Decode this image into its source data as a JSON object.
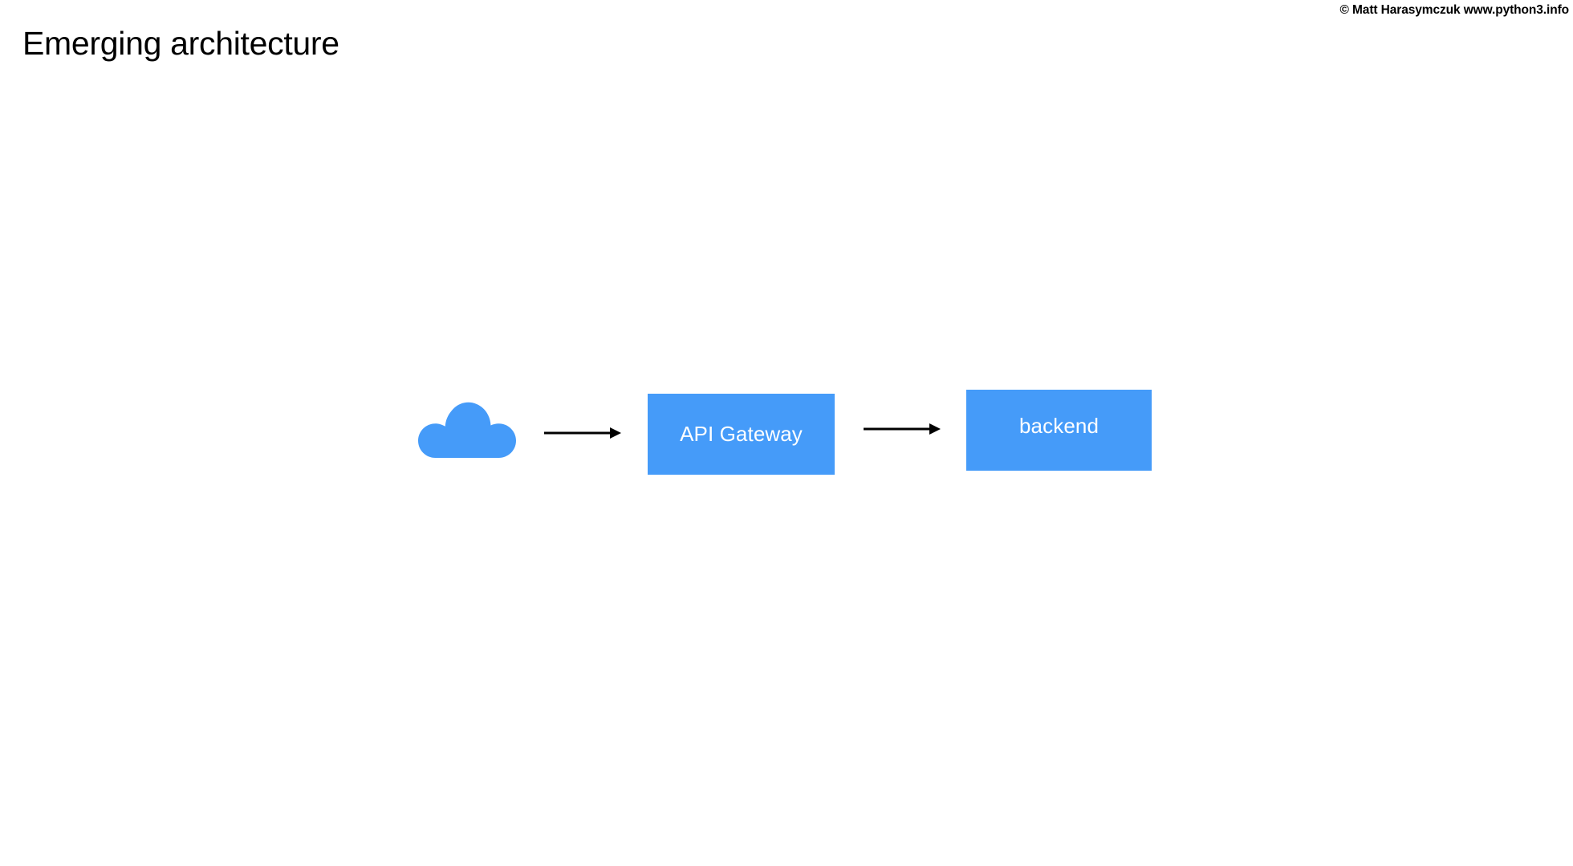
{
  "slide": {
    "title": "Emerging architecture",
    "copyright": "© Matt Harasymczuk www.python3.info",
    "background_color": "#ffffff",
    "title_color": "#000000"
  },
  "diagram": {
    "type": "flow",
    "accent_color": "#459bf9",
    "node_text_color": "#ffffff",
    "arrow_color": "#000000",
    "nodes": [
      {
        "id": "cloud",
        "shape": "cloud",
        "label": "",
        "icon": "cloud-icon",
        "color": "#459bf9"
      },
      {
        "id": "api-gateway",
        "shape": "rectangle",
        "label": "API Gateway",
        "color": "#459bf9"
      },
      {
        "id": "backend",
        "shape": "rectangle",
        "label": "backend",
        "color": "#459bf9"
      }
    ],
    "edges": [
      {
        "id": "edge-1",
        "from": "cloud",
        "to": "api-gateway",
        "label": "",
        "arrow": "right"
      },
      {
        "id": "edge-2",
        "from": "api-gateway",
        "to": "backend",
        "label": "",
        "arrow": "right"
      }
    ]
  }
}
